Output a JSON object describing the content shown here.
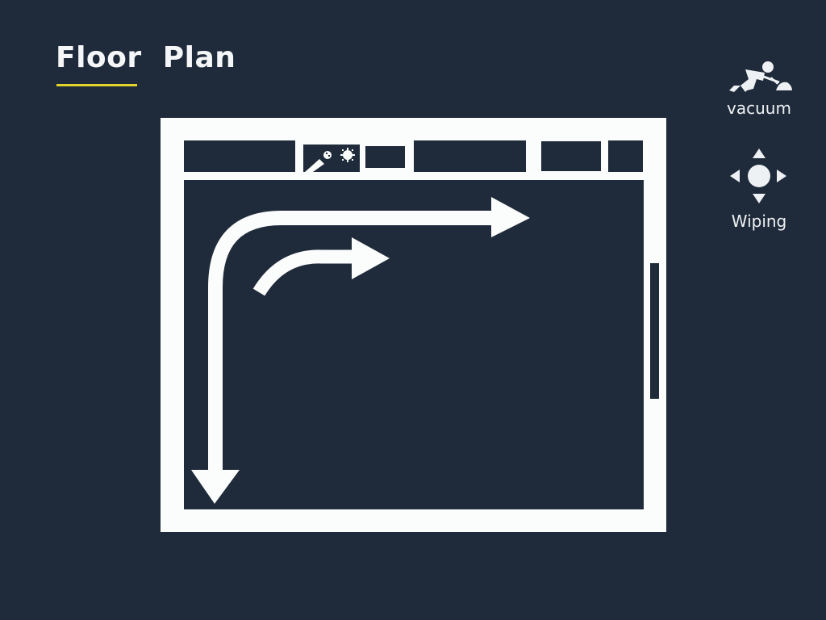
{
  "header": {
    "title": "Floor  Plan",
    "underline_color": "#e3d22a"
  },
  "floor_plan": {
    "rooms": [
      {
        "id": "room-1"
      },
      {
        "id": "room-2",
        "icon": "robot-docking-icon"
      },
      {
        "id": "room-3"
      },
      {
        "id": "room-4"
      },
      {
        "id": "room-5"
      },
      {
        "id": "room-6"
      },
      {
        "id": "room-main"
      }
    ],
    "paths": [
      {
        "id": "path-outer",
        "direction": "down-then-right"
      },
      {
        "id": "path-inner",
        "direction": "right"
      }
    ]
  },
  "modes": [
    {
      "id": "vacuum",
      "label": "vacuum",
      "icon": "vacuum-person-icon"
    },
    {
      "id": "wiping",
      "label": "Wiping",
      "icon": "directional-pad-icon"
    }
  ],
  "colors": {
    "background": "#1f2b3a",
    "foreground": "#fbfcfc",
    "accent": "#e3d22a"
  }
}
